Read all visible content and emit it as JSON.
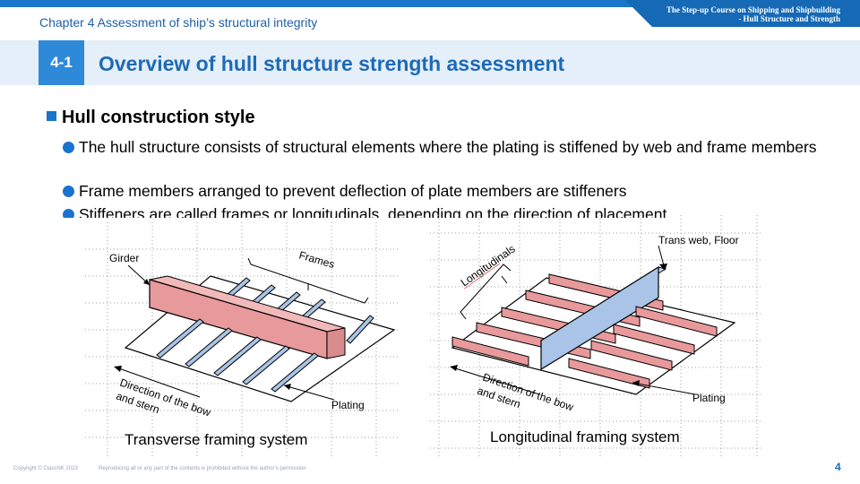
{
  "header": {
    "course_line1": "The Step-up Course on Shipping and Shipbuilding",
    "course_line2": "- Hull Structure and Strength",
    "chapter": "Chapter 4 Assessment of ship’s structural integrity",
    "section_number": "4-1",
    "title": "Overview of hull structure strength assessment"
  },
  "body": {
    "heading": "Hull construction style",
    "bullets": [
      "The hull structure consists of structural elements where the plating is stiffened by web and frame members",
      "Frame members arranged to prevent deflection of plate members are stiffeners",
      "Stiffeners are called frames or longitudinals, depending on the direction of placement."
    ]
  },
  "figures": {
    "left": {
      "caption": "Transverse framing system",
      "label_girder": "Girder",
      "label_frames": "Frames",
      "label_direction_1": "Direction of the bow",
      "label_direction_2": "and stern",
      "label_plating": "Plating"
    },
    "right": {
      "caption": "Longitudinal framing system",
      "label_web": "Trans web, Floor",
      "label_longitudinals": "Longitudinals",
      "label_direction_1": "Direction of the bow",
      "label_direction_2": "and stern",
      "label_plating": "Plating"
    }
  },
  "colors": {
    "accent_blue": "#1976c9",
    "girder_red": "#e8999b",
    "stiffener_blue": "#a9c4e6"
  },
  "footer": {
    "copyright": "Copyright © ClassNK 2023",
    "notice": "Reproducing all or any part of the contents is prohibited without the author’s permission",
    "page_number": "4"
  }
}
